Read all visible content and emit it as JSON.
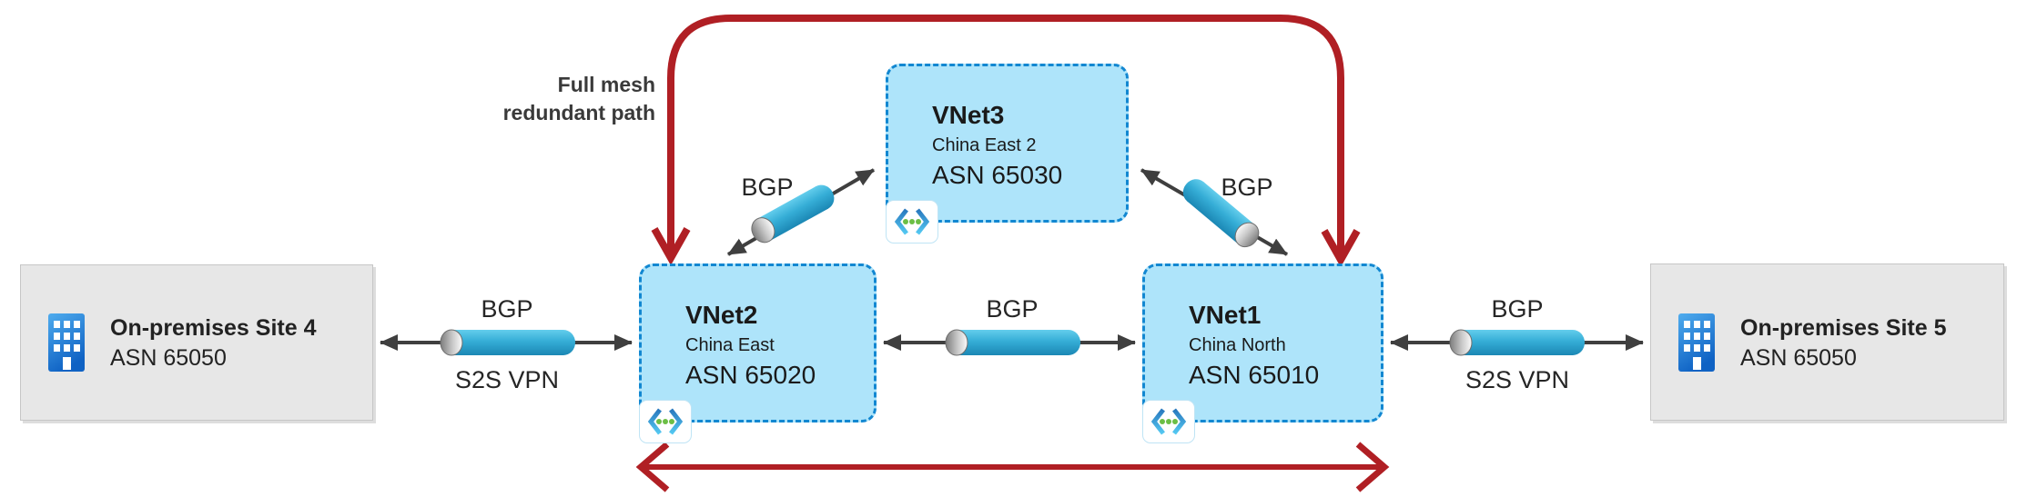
{
  "annotation": {
    "line1": "Full mesh",
    "line2": "redundant path"
  },
  "sites": [
    {
      "name": "On-premises Site 4",
      "asn": "ASN 65050",
      "icon": "building-icon"
    },
    {
      "name": "On-premises Site 5",
      "asn": "ASN 65050",
      "icon": "building-icon"
    }
  ],
  "vnets": [
    {
      "name": "VNet2",
      "region": "China East",
      "asn": "ASN 65020",
      "icon": "virtual-network-icon"
    },
    {
      "name": "VNet3",
      "region": "China East 2",
      "asn": "ASN 65030",
      "icon": "virtual-network-icon"
    },
    {
      "name": "VNet1",
      "region": "China North",
      "asn": "ASN 65010",
      "icon": "virtual-network-icon"
    }
  ],
  "links": {
    "site4_vnet2": {
      "protocol": "BGP",
      "transport": "S2S VPN"
    },
    "vnet2_vnet3": {
      "protocol": "BGP"
    },
    "vnet3_vnet1": {
      "protocol": "BGP"
    },
    "vnet2_vnet1": {
      "protocol": "BGP"
    },
    "vnet1_site5": {
      "protocol": "BGP",
      "transport": "S2S VPN"
    }
  },
  "colors": {
    "vnet_fill": "#AEE4FA",
    "vnet_border": "#1287D1",
    "site_fill": "#E7E7E7",
    "site_border": "#C6C6C6",
    "tunnel_top": "#56C6E9",
    "tunnel_bottom": "#1E8FBD",
    "connector_arrow": "#3F3F3F",
    "redundant_path_red": "#B01F24",
    "vnet_icon_green": "#6CBE45",
    "building_blue": "#1E7FD6"
  }
}
